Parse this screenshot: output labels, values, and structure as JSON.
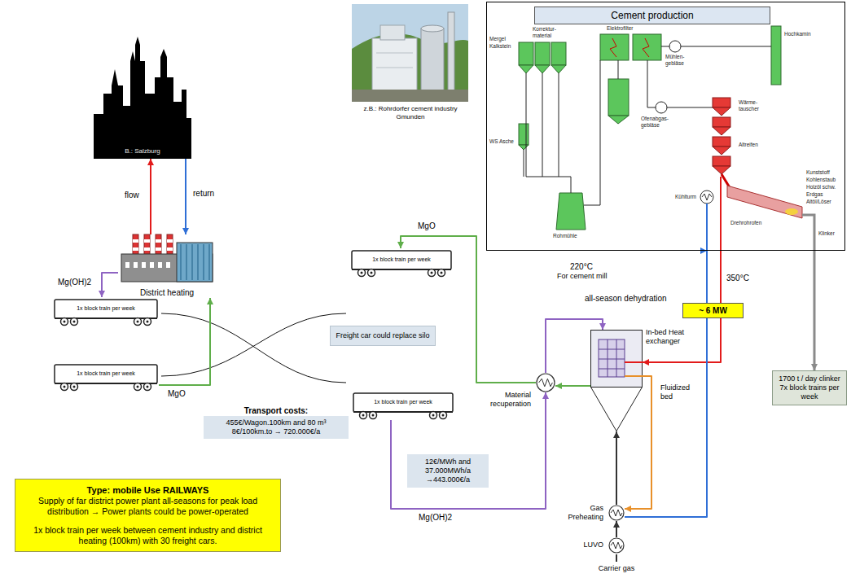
{
  "diagram": {
    "nodes": [
      {
        "text": [
          "B.: Salzburg"
        ]
      },
      {
        "text": [
          "Cement production"
        ]
      },
      {
        "text": [
          "District heating"
        ]
      },
      {
        "text": [
          "1x block train per week"
        ]
      },
      {
        "text": [
          "1x block train per week"
        ]
      },
      {
        "text": [
          "Freight car could replace silo"
        ]
      },
      {
        "text": [
          "1x block train per week"
        ]
      },
      {
        "text": [
          "1x block train per week"
        ]
      },
      {
        "text": [
          "~ 6 MW"
        ]
      },
      {
        "text": [
          "all-season dehydration",
          "In-bed Heat exchanger",
          "Fluidized bed"
        ]
      },
      {
        "text": [
          "Material recuperation"
        ]
      },
      {
        "text": [
          "1700 t / day clinker 7x block trains per week"
        ]
      },
      {
        "text": [
          "Transport costs:",
          "455€/Wagon.100km and 80 m³ 8€/100km.to → 720.000€/a"
        ]
      },
      {
        "text": [
          "12€/MWh and 37.000MWh/a →443.000€/a"
        ]
      },
      {
        "text": [
          "Gas Preheating"
        ]
      },
      {
        "text": [
          "LUVO"
        ]
      },
      {
        "text": [
          "Type: mobile Use RAILWAYS",
          "Supply of far district power plant all-seasons for peak load distribution → Power plants could be power-operated",
          "1x block train per week between cement industry and district heating (100km) with 30 freight cars."
        ]
      }
    ],
    "edges": [
      {
        "from": 2,
        "to": 0,
        "arrow": "to",
        "label": "flow"
      },
      {
        "from": 0,
        "to": 2,
        "arrow": "to",
        "label": "return"
      },
      {
        "from": 2,
        "to": 3,
        "arrow": "to",
        "label": "Mg(OH)2"
      },
      {
        "from": 6,
        "to": 2,
        "arrow": "to",
        "label": "MgO"
      },
      {
        "from": 10,
        "to": 4,
        "arrow": "to",
        "label": "MgO"
      },
      {
        "from": 7,
        "to": 10,
        "arrow": "to",
        "label": "Mg(OH)2"
      },
      {
        "from": 10,
        "to": 9,
        "arrow": "to"
      },
      {
        "from": 9,
        "to": 10,
        "arrow": "to"
      },
      {
        "from": 1,
        "to": 9,
        "arrow": "to",
        "label": "350°C"
      },
      {
        "from": 9,
        "to": 14,
        "arrow": "to"
      },
      {
        "from": 14,
        "to": 1,
        "arrow": "to"
      },
      {
        "from": 14,
        "to": 9,
        "arrow": "to"
      },
      {
        "from": 15,
        "to": 14,
        "arrow": "to"
      },
      {
        "from": 1,
        "to": 11,
        "arrow": "to"
      }
    ],
    "labels": [
      "220°C",
      "For cement mill",
      "Carrier gas",
      "z.B.: Rohrdorfer cement industry Gmunden",
      "Korrektur-material",
      "Mergel",
      "Kalkstein",
      "Elektrofilter",
      "Mühlen-gebläse",
      "Hochkamin",
      "Ofenabgas-gebläse",
      "Wärme-tauscher",
      "Altreifen",
      "WS Asche",
      "Rohmühle",
      "Kühlturm",
      "Drehrohrofen",
      "Kunststoff",
      "Kohlenstaub",
      "Holzöl schw.",
      "Erdgas",
      "Altöl/Löser",
      "Klinker"
    ]
  }
}
